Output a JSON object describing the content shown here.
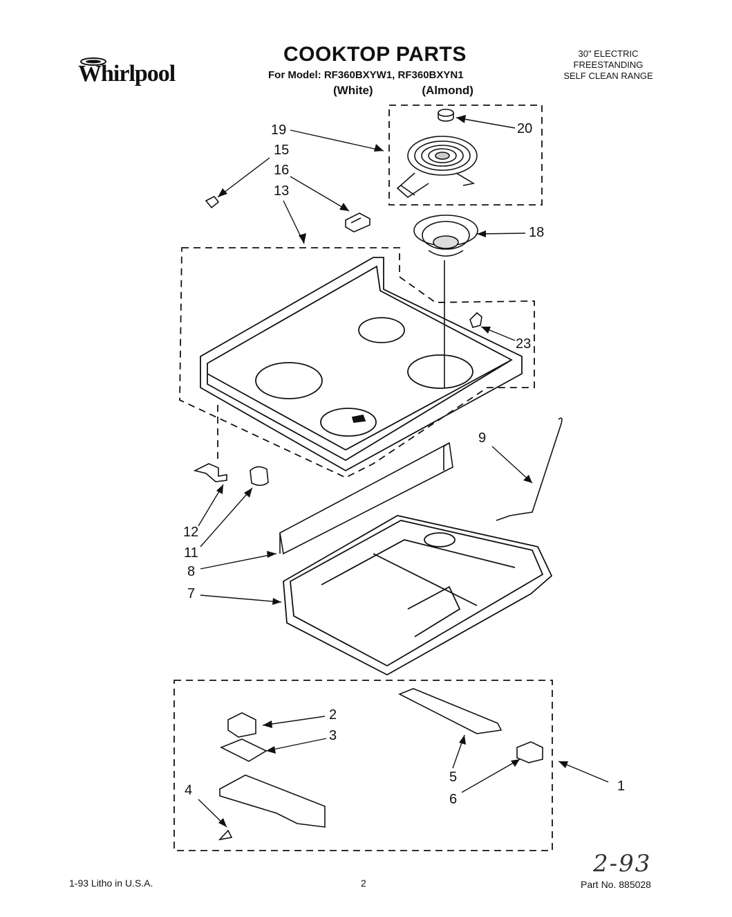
{
  "header": {
    "brand": "Whirlpool",
    "title": "COOKTOP PARTS",
    "model_line": "For Model: RF360BXYW1, RF360BXYN1",
    "variants": [
      "(White)",
      "(Almond)"
    ],
    "subtitle": [
      "30\" ELECTRIC",
      "FREESTANDING",
      "SELF CLEAN RANGE"
    ]
  },
  "callouts": [
    "20",
    "19",
    "15",
    "16",
    "13",
    "18",
    "23",
    "9",
    "12",
    "11",
    "8",
    "7",
    "2",
    "3",
    "4",
    "5",
    "6",
    "1"
  ],
  "footer": {
    "left": "1-93 Litho in U.S.A.",
    "page": "2",
    "part_no": "Part No. 885028",
    "handwritten": "2-93"
  }
}
